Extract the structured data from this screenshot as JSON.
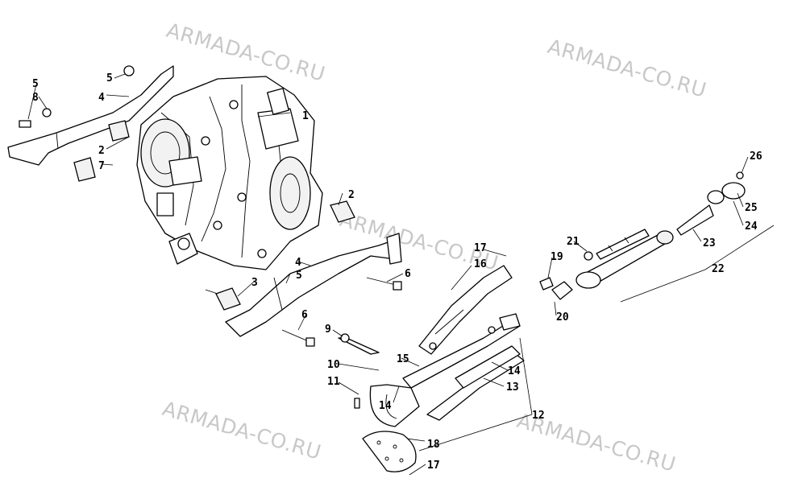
{
  "watermark": "ARMADA-CO.RU",
  "callouts": [
    "1",
    "2",
    "2",
    "3",
    "4",
    "4",
    "5",
    "5",
    "6",
    "6",
    "7",
    "8",
    "9",
    "10",
    "11",
    "12",
    "13",
    "14",
    "14",
    "15",
    "16",
    "17",
    "17",
    "18",
    "19",
    "20",
    "21",
    "22",
    "23",
    "24",
    "25",
    "26"
  ]
}
